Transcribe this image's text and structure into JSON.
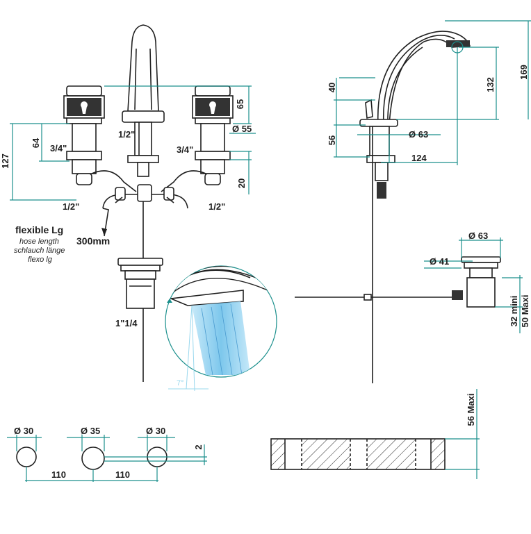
{
  "front_view": {
    "dims": {
      "h65": "65",
      "d55": "Ø 55",
      "h20": "20",
      "h64": "64",
      "h127": "127",
      "thread_left_34": "3/4\"",
      "thread_right_34": "3/4\"",
      "thread_spout_12": "1/2\"",
      "thread_left_12": "1/2\"",
      "thread_right_12": "1/2\"",
      "waste_114": "1\"1/4"
    },
    "hose_note": {
      "title": "flexible Lg",
      "line_en": "hose length",
      "line_de": "schlauch länge",
      "line_es": "flexo lg",
      "length": "300mm"
    }
  },
  "side_view": {
    "dims": {
      "h40": "40",
      "h56": "56",
      "d63": "Ø 63",
      "w124": "124",
      "h132": "132",
      "h169": "169"
    }
  },
  "waste_view": {
    "dims": {
      "d63": "Ø 63",
      "d41": "Ø 41",
      "h32": "32 mini",
      "h50": "50 Maxi"
    }
  },
  "detail_view": {
    "angle": "7°"
  },
  "holes_view": {
    "dims": {
      "d30_left": "Ø 30",
      "d35": "Ø 35",
      "d30_right": "Ø 30",
      "h2": "2",
      "w110_left": "110",
      "w110_right": "110"
    }
  },
  "deck_section": {
    "dims": {
      "h56": "56 Maxi"
    }
  },
  "colors": {
    "dimension_line": "#1a8f8c",
    "outline": "#202020",
    "water": "#8fd0f0"
  }
}
